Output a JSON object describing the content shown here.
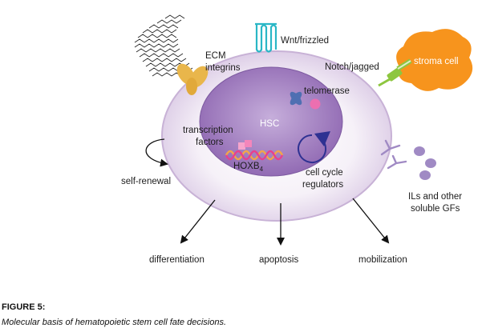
{
  "labels": {
    "ecm_integrins": [
      "ECM",
      "integrins"
    ],
    "wnt_frizzled": "Wnt/frizzled",
    "notch_jagged": "Notch/jagged",
    "stroma_cell": "stroma cell",
    "telomerase": "telomerase",
    "hsc": "HSC",
    "transcription_factors": [
      "transcription",
      "factors"
    ],
    "hoxb": "HOXB",
    "hoxb_sub": "4",
    "cell_cycle_regulators": [
      "cell cycle",
      "regulators"
    ],
    "self_renewal": "self-renewal",
    "ils_gfs": [
      "ILs and other",
      "soluble GFs"
    ],
    "differentiation": "differentiation",
    "apoptosis": "apoptosis",
    "mobilization": "mobilization"
  },
  "caption": {
    "title": "FIGURE 5:",
    "text": "Molecular basis of hematopoietic stem cell fate decisions."
  },
  "colors": {
    "cell_outer": "#e3d7eb",
    "nucleus": "#9e78bc",
    "stroma": "#f7941d",
    "integrin": "#e9b64b",
    "notch": "#8dc63f",
    "wnt_receptor": "#2ab7c6",
    "telomerase_blue": "#4f6fb2",
    "telomerase_pink": "#ec6fb0",
    "gf_purple": "#a08ac4",
    "cycle_arrow": "#2e3192",
    "dna_pink": "#e8408f"
  }
}
